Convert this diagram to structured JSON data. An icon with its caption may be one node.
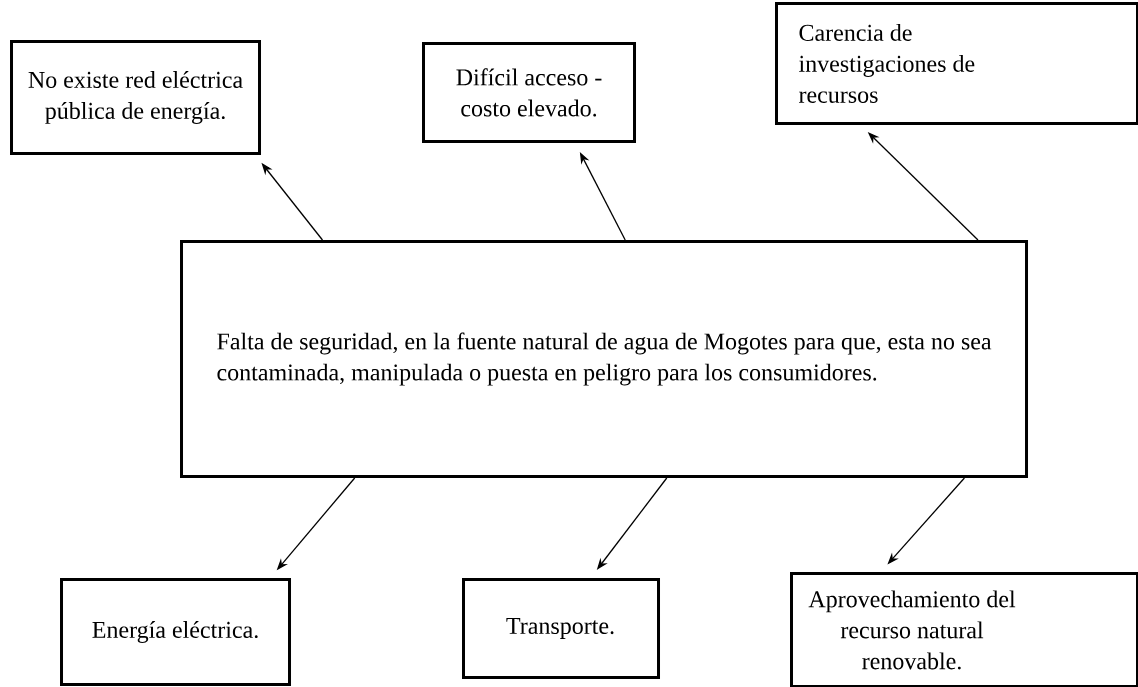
{
  "diagram": {
    "nodes": [
      {
        "text": [
          "Falta de seguridad, en la fuente natural de agua de Mogotes para que, esta no sea contaminada, manipulada o puesta en peligro para los consumidores."
        ]
      },
      {
        "text": [
          "No existe red eléctrica pública de energía."
        ]
      },
      {
        "text": [
          "Difícil acceso - costo elevado."
        ]
      },
      {
        "text": [
          "Carencia de investigaciones de recursos"
        ]
      },
      {
        "text": [
          "Energía eléctrica."
        ]
      },
      {
        "text": [
          "Transporte."
        ]
      },
      {
        "text": [
          "Aprovechamiento del recurso natural renovable."
        ]
      }
    ],
    "edges": [
      {
        "from": 0,
        "to": 1,
        "arrow": "to"
      },
      {
        "from": 0,
        "to": 2,
        "arrow": "to"
      },
      {
        "from": 0,
        "to": 3,
        "arrow": "to"
      },
      {
        "from": 0,
        "to": 4,
        "arrow": "to"
      },
      {
        "from": 0,
        "to": 5,
        "arrow": "to"
      },
      {
        "from": 0,
        "to": 6,
        "arrow": "to"
      }
    ]
  }
}
